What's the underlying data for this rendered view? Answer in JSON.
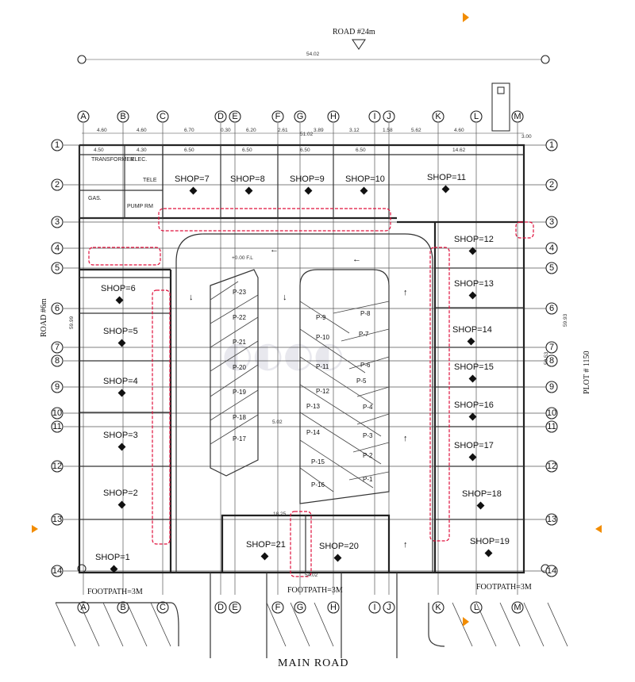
{
  "roads": {
    "top": "ROAD  #24m",
    "left": "ROAD #6m",
    "right": "PLOT # 1150",
    "bottom": "MAIN  ROAD"
  },
  "footpaths": [
    "FOOTPATH=3M",
    "FOOTPATH=3M",
    "FOOTPATH=3M"
  ],
  "grid_columns": [
    "A",
    "B",
    "C",
    "D",
    "E",
    "F",
    "G",
    "H",
    "I",
    "J",
    "K",
    "L",
    "M"
  ],
  "grid_rows": [
    "1",
    "2",
    "3",
    "4",
    "5",
    "6",
    "7",
    "8",
    "9",
    "10",
    "11",
    "12",
    "13",
    "14"
  ],
  "overall_dims": {
    "top_width": "54.02",
    "inner_width": "51.02",
    "bottom_width": "54.02",
    "left_depth": "59.99",
    "right_depth": "59.93",
    "right_inner": "50.53",
    "center_height": "5.02",
    "drive_width": "18.25"
  },
  "shops": {
    "s1": "SHOP=1",
    "s2": "SHOP=2",
    "s3": "SHOP=3",
    "s4": "SHOP=4",
    "s5": "SHOP=5",
    "s6": "SHOP=6",
    "s7": "SHOP=7",
    "s8": "SHOP=8",
    "s9": "SHOP=9",
    "s10": "SHOP=10",
    "s11": "SHOP=11",
    "s12": "SHOP=12",
    "s13": "SHOP=13",
    "s14": "SHOP=14",
    "s15": "SHOP=15",
    "s16": "SHOP=16",
    "s17": "SHOP=17",
    "s18": "SHOP=18",
    "s19": "SHOP=19",
    "s20": "SHOP=20",
    "s21": "SHOP=21"
  },
  "utility_rooms": {
    "transformer": "TRANSFORMER",
    "elec": "ELEC.",
    "tele": "TELE",
    "gas": "GAS.",
    "pump": "PUMP RM"
  },
  "parking_left": [
    "P-23",
    "P-22",
    "P-21",
    "P-20",
    "P-19",
    "P-18",
    "P-17"
  ],
  "parking_right": [
    "P-9",
    "P-10",
    "P-11",
    "P-12",
    "P-13",
    "P-14",
    "P-15",
    "P-16",
    "P-8",
    "P-7",
    "P-6",
    "P-5",
    "P-4",
    "P-3",
    "P-2",
    "P-1"
  ],
  "top_shop_widths": [
    "4.50",
    "4.30",
    "6.50",
    "6.50",
    "6.50",
    "6.50",
    "14.62"
  ],
  "top_col_dims": [
    "4.60",
    "4.60",
    "6.70",
    "0.30",
    "6.20",
    "2.61",
    "3.89",
    "3.12",
    "1.58",
    "5.62",
    "4.60"
  ],
  "right_misc": "3.00",
  "level_tag": "+0.00 F.L"
}
